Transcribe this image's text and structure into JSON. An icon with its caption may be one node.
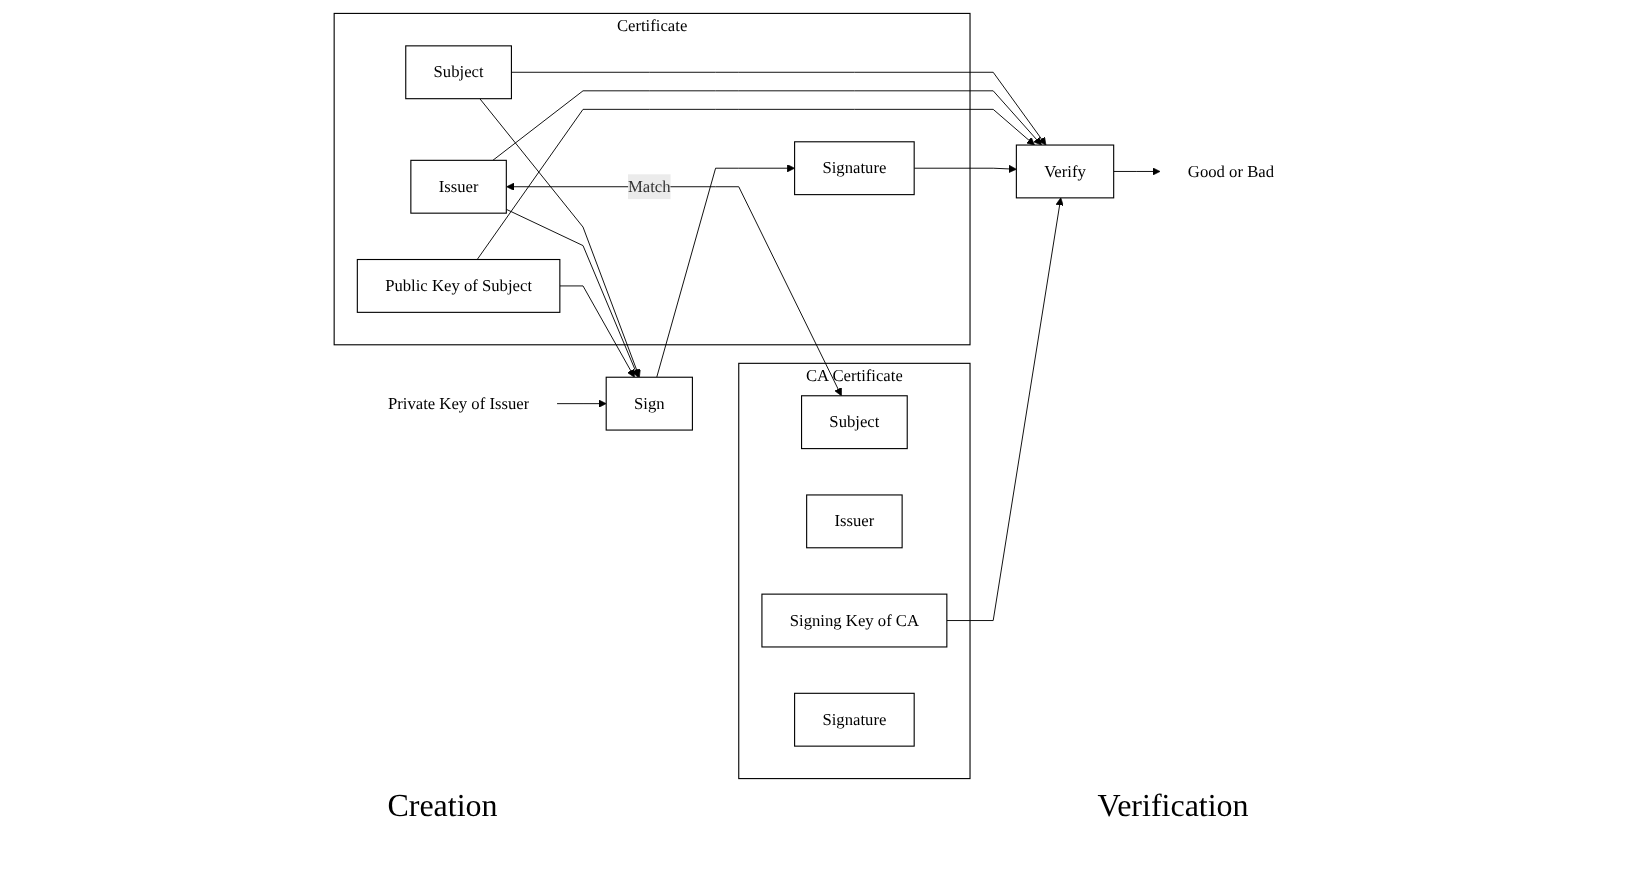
{
  "diagram": {
    "nodes": [
      {
        "text": [
          "Private Key of Issuer"
        ]
      },
      {
        "text": [
          "Certificate"
        ]
      },
      {
        "text": [
          "Subject"
        ],
        "in": 1
      },
      {
        "text": [
          "Issuer"
        ],
        "in": 1
      },
      {
        "text": [
          "Public Key of Subject"
        ],
        "in": 1
      },
      {
        "text": [
          "Signature"
        ],
        "in": 1
      },
      {
        "text": [
          "Sign"
        ]
      },
      {
        "text": [
          "Verify"
        ]
      },
      {
        "text": [
          "CA Certificate"
        ]
      },
      {
        "text": [
          "Subject"
        ],
        "in": 8
      },
      {
        "text": [
          "Issuer"
        ],
        "in": 8
      },
      {
        "text": [
          "Signing Key of CA"
        ],
        "in": 8
      },
      {
        "text": [
          "Signature"
        ],
        "in": 8
      },
      {
        "text": [
          "Good or Bad"
        ]
      }
    ],
    "edges": [
      {
        "from": 3,
        "to": 9,
        "arrow": "both",
        "label": "Match"
      },
      {
        "from": 0,
        "to": 6,
        "arrow": "to"
      },
      {
        "from": 2,
        "to": 6,
        "arrow": "to"
      },
      {
        "from": 3,
        "to": 6,
        "arrow": "to"
      },
      {
        "from": 4,
        "to": 6,
        "arrow": "to"
      },
      {
        "from": 6,
        "to": 5,
        "arrow": "to"
      },
      {
        "from": 2,
        "to": 7,
        "arrow": "to"
      },
      {
        "from": 3,
        "to": 7,
        "arrow": "to"
      },
      {
        "from": 4,
        "to": 7,
        "arrow": "to"
      },
      {
        "from": 5,
        "to": 7,
        "arrow": "to"
      },
      {
        "from": 11,
        "to": 7,
        "arrow": "to"
      },
      {
        "from": 7,
        "to": 13,
        "arrow": "to"
      }
    ],
    "labels": [
      "Creation",
      "Verification"
    ]
  }
}
